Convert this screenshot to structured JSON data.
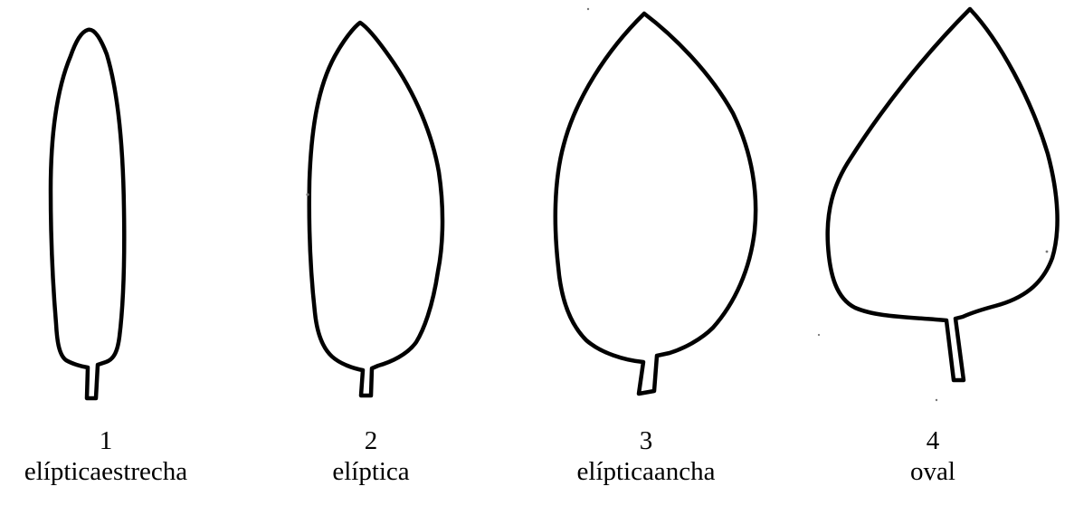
{
  "leaves": [
    {
      "number": "1",
      "name": "elípticaestrecha"
    },
    {
      "number": "2",
      "name": "elíptica"
    },
    {
      "number": "3",
      "name": "elípticaancha"
    },
    {
      "number": "4",
      "name": "oval"
    }
  ]
}
